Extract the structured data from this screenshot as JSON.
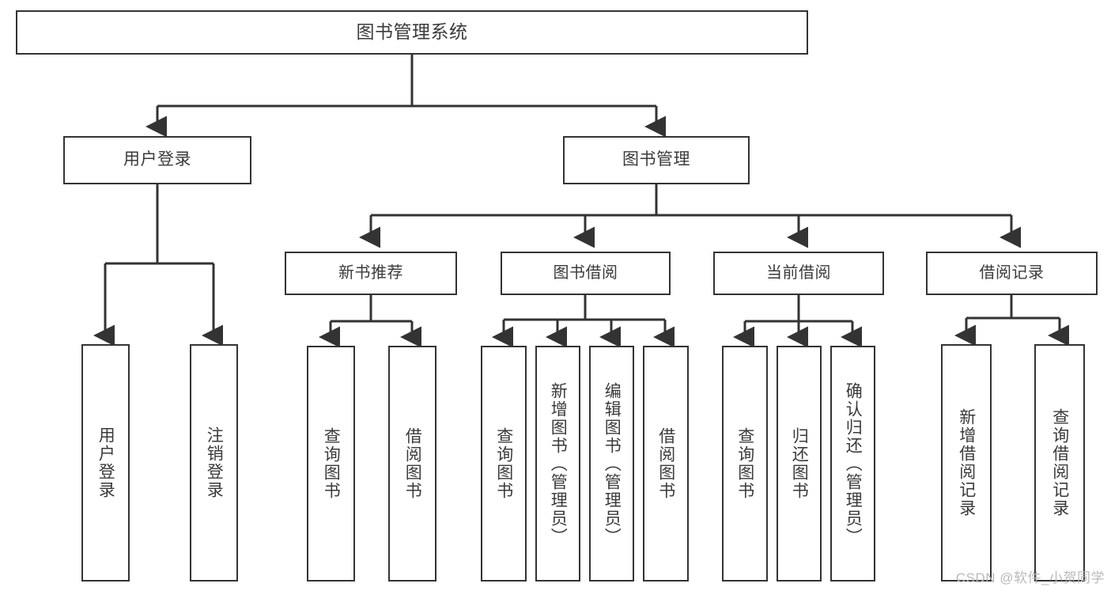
{
  "diagram": {
    "type": "tree",
    "title": "图书管理系统",
    "root": {
      "label": "图书管理系统"
    },
    "level1": [
      {
        "label": "用户登录"
      },
      {
        "label": "图书管理"
      }
    ],
    "level2": [
      {
        "label": "新书推荐"
      },
      {
        "label": "图书借阅"
      },
      {
        "label": "当前借阅"
      },
      {
        "label": "借阅记录"
      }
    ],
    "leaves": {
      "user_login": [
        {
          "label": "用户登录"
        },
        {
          "label": "注销登录"
        }
      ],
      "new_book_recommend": [
        {
          "label": "查询图书"
        },
        {
          "label": "借阅图书"
        }
      ],
      "book_borrow": [
        {
          "label": "查询图书"
        },
        {
          "label": "新增图书（管理员）"
        },
        {
          "label": "编辑图书（管理员）"
        },
        {
          "label": "借阅图书"
        }
      ],
      "current_borrow": [
        {
          "label": "查询图书"
        },
        {
          "label": "归还图书"
        },
        {
          "label": "确认归还（管理员）"
        }
      ],
      "borrow_record": [
        {
          "label": "新增借阅记录"
        },
        {
          "label": "查询借阅记录"
        }
      ]
    }
  },
  "watermark": {
    "text": "CSDN @软件_小贺同学"
  },
  "colors": {
    "background": "#ffffff",
    "border": "#333333",
    "text": "#3a3a3a",
    "edge": "#333333",
    "watermark": "#b9b9b9"
  }
}
